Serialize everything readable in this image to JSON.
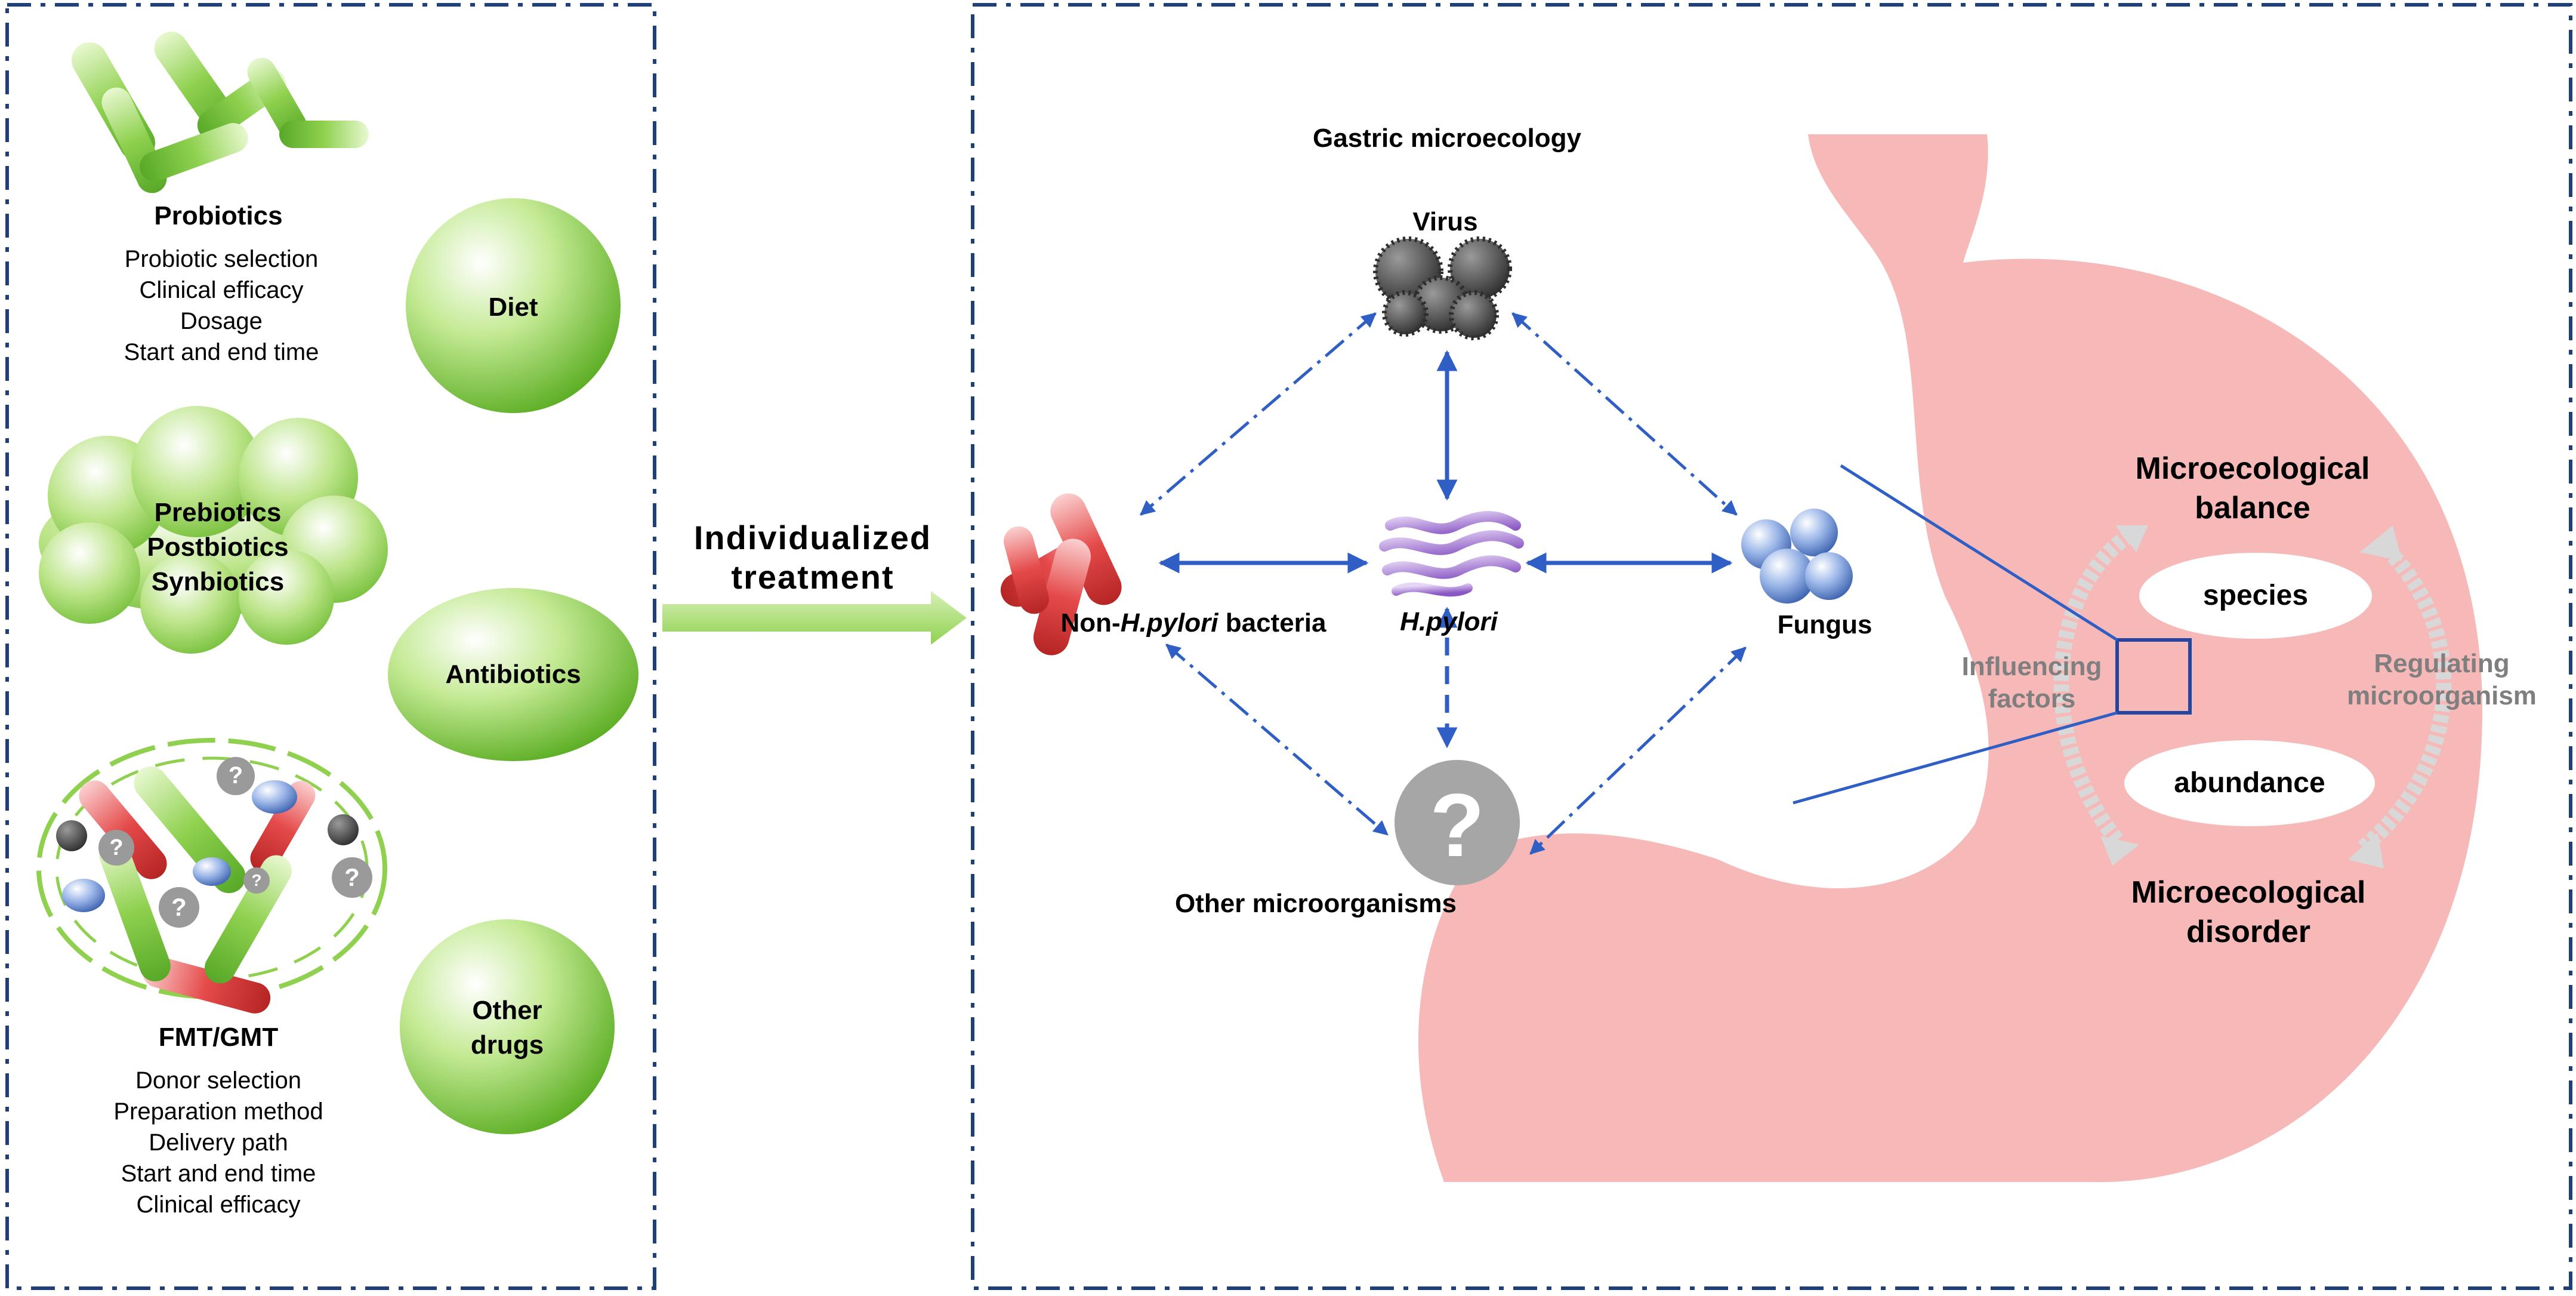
{
  "left_panel": {
    "probiotics": {
      "title": "Probiotics",
      "items": [
        "Probiotic selection",
        "Clinical efficacy",
        "Dosage",
        "Start and end time"
      ]
    },
    "diet": "Diet",
    "cloud_lines": [
      "Prebiotics",
      "Postbiotics",
      "Synbiotics"
    ],
    "antibiotics": "Antibiotics",
    "other_drugs_lines": [
      "Other",
      "drugs"
    ],
    "fmt": {
      "title": "FMT/GMT",
      "items": [
        "Donor selection",
        "Preparation method",
        "Delivery path",
        "Start and end time",
        "Clinical efficacy"
      ]
    }
  },
  "center": {
    "arrow_label_lines": [
      "Individualized",
      "treatment"
    ]
  },
  "right_panel": {
    "title": "Gastric microecology",
    "virus": "Virus",
    "fungus": "Fungus",
    "hpylori": "H.pylori",
    "non_hp_prefix": "Non-",
    "non_hp_italic": "H.pylori",
    "non_hp_suffix": "bacteria",
    "other_microorganisms": "Other microorganisms",
    "question_mark": "?",
    "balance_lines": [
      "Microecological",
      "balance"
    ],
    "disorder_lines": [
      "Microecological",
      "disorder"
    ],
    "species": "species",
    "abundance": "abundance",
    "influencing_lines": [
      "Influencing",
      "factors"
    ],
    "regulating_lines": [
      "Regulating",
      "microorganism"
    ]
  },
  "colors": {
    "frame": "#1f3f7a",
    "arrow_blue": "#2f5fc4",
    "green": "#8fd14f",
    "stomach": "#f7b8b8",
    "gray_text": "#7f7f7f",
    "red_bacteria": "#e54a4a",
    "purple_hp": "#9b6fcf",
    "fungus_blue": "#6f93d6",
    "virus_gray": "#555555"
  }
}
